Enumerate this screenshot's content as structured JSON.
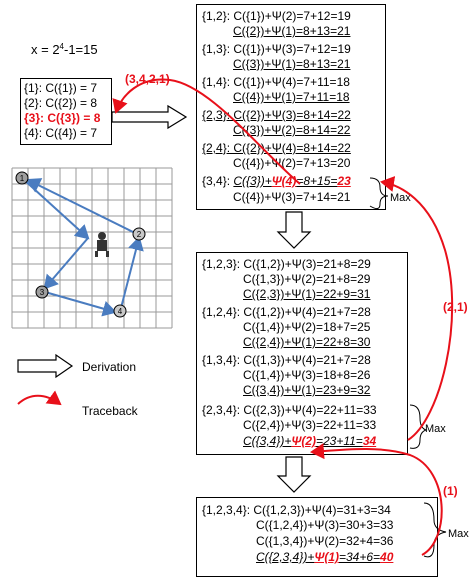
{
  "formula": {
    "prefix": "x = 2",
    "exp": "4",
    "suffix": "-1=15"
  },
  "init_box": {
    "rows": [
      {
        "text": "{1}: C({1}) = 7"
      },
      {
        "text": "{2}: C({2}) = 8"
      },
      {
        "text": "{3}: C({3}) = 8"
      },
      {
        "text": "{4}: C({4}) = 7"
      }
    ]
  },
  "stage2": {
    "lines": [
      "{1,2}: C({1})+Ψ(2)=7+12=19",
      "C({2})+Ψ(1)=8+13=21",
      "{1,3}: C({1})+Ψ(3)=7+12=19",
      "C({3})+Ψ(1)=8+13=21",
      "{1,4}: C({1})+Ψ(4)=7+11=18",
      "C({4})+Ψ(1)=7+11=18",
      "{2,3}: C({2})+Ψ(3)=8+14=22",
      "C({3})+Ψ(2)=8+14=22",
      "{2,4}: C({2})+Ψ(4)=8+14=22",
      "C({4})+Ψ(2)=7+13=20",
      "{3,4}:",
      "C({3})+",
      "Ψ(4)",
      "=8+15=",
      "23",
      "C({4})+Ψ(3)=7+14=21"
    ]
  },
  "stage3": {
    "lines": [
      "{1,2,3}: C({1,2})+Ψ(3)=21+8=29",
      "C({1,3})+Ψ(2)=21+8=29",
      "C({2,3})+Ψ(1)=22+9=31",
      "{1,2,4}: C({1,2})+Ψ(4)=21+7=28",
      "C({1,4})+Ψ(2)=18+7=25",
      "C({2,4})+Ψ(1)=22+8=30",
      "{1,3,4}: C({1,3})+Ψ(4)=21+7=28",
      "C({1,4})+Ψ(3)=18+8=26",
      "C({3,4})+Ψ(1)=23+9=32",
      "{2,3,4}: C({2,3})+Ψ(4)=22+11=33",
      "C({2,4})+Ψ(3)=22+11=33",
      "C({3,4})+",
      "Ψ(2)",
      "=23+11=",
      "34"
    ]
  },
  "stage4": {
    "lines": [
      "{1,2,3,4}: C({1,2,3})+Ψ(4)=31+3=34",
      "C({1,2,4})+Ψ(3)=30+3=33",
      "C({1,3,4})+Ψ(2)=32+4=36",
      "C({2,3,4})+",
      "Ψ(1)",
      "=34+6=",
      "40"
    ]
  },
  "labels": {
    "traceback_1": "(3,4,2,1)",
    "traceback_2": "(2,1)",
    "traceback_3": "(1)",
    "max": "Max",
    "legend_derivation": "Derivation",
    "legend_traceback": "Traceback"
  },
  "grid_nodes": [
    "1",
    "2",
    "3",
    "4"
  ],
  "colors": {
    "red": "#e8101a",
    "blue": "#4a7cc0",
    "grid": "#9a9a9a"
  }
}
